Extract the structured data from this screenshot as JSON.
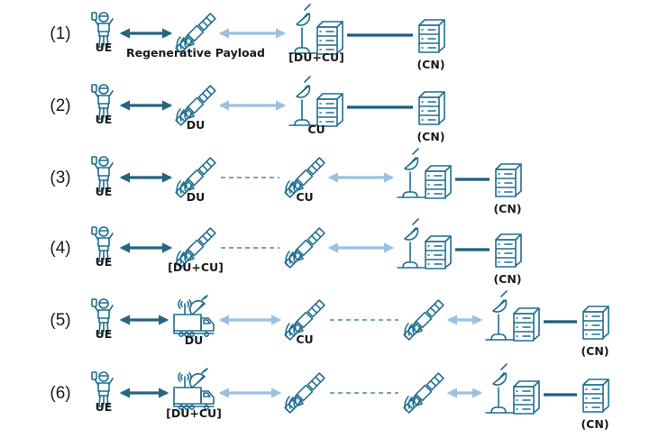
{
  "colors": {
    "icon": "#1f6e91",
    "access_link": "#27657f",
    "feeder_link": "#9cc1e0",
    "wired_link": "#1b5f7e",
    "isl_link": "#2d6f8f",
    "text": "#1a1a1a"
  },
  "rows": [
    {
      "label": "(1)",
      "nodes": [
        {
          "type": "ue",
          "label": "UE"
        },
        {
          "type": "satellite",
          "label": "Regenerative Payload"
        },
        {
          "type": "ground-station",
          "label": "[DU+CU]"
        },
        {
          "type": "server",
          "label": "(CN)"
        }
      ],
      "links": [
        "access",
        "feeder",
        "wired"
      ]
    },
    {
      "label": "(2)",
      "nodes": [
        {
          "type": "ue",
          "label": "UE"
        },
        {
          "type": "satellite",
          "label": "DU"
        },
        {
          "type": "ground-station",
          "label": "CU"
        },
        {
          "type": "server",
          "label": "(CN)"
        }
      ],
      "links": [
        "access",
        "feeder",
        "wired"
      ]
    },
    {
      "label": "(3)",
      "nodes": [
        {
          "type": "ue",
          "label": "UE"
        },
        {
          "type": "satellite",
          "label": "DU"
        },
        {
          "type": "satellite",
          "label": "CU"
        },
        {
          "type": "ground-station",
          "label": ""
        },
        {
          "type": "server",
          "label": "(CN)"
        }
      ],
      "links": [
        "access",
        "isl",
        "feeder",
        "wired"
      ]
    },
    {
      "label": "(4)",
      "nodes": [
        {
          "type": "ue",
          "label": "UE"
        },
        {
          "type": "satellite",
          "label": "[DU+CU]"
        },
        {
          "type": "satellite",
          "label": ""
        },
        {
          "type": "ground-station",
          "label": ""
        },
        {
          "type": "server",
          "label": "(CN)"
        }
      ],
      "links": [
        "access",
        "isl",
        "feeder",
        "wired"
      ]
    },
    {
      "label": "(5)",
      "nodes": [
        {
          "type": "ue",
          "label": "UE"
        },
        {
          "type": "truck",
          "label": "DU"
        },
        {
          "type": "satellite",
          "label": "CU"
        },
        {
          "type": "satellite",
          "label": ""
        },
        {
          "type": "ground-station",
          "label": ""
        },
        {
          "type": "server",
          "label": "(CN)"
        }
      ],
      "links": [
        "access",
        "feeder",
        "isl",
        "feeder",
        "wired"
      ]
    },
    {
      "label": "(6)",
      "nodes": [
        {
          "type": "ue",
          "label": "UE"
        },
        {
          "type": "truck",
          "label": "[DU+CU]"
        },
        {
          "type": "satellite",
          "label": ""
        },
        {
          "type": "satellite",
          "label": ""
        },
        {
          "type": "ground-station",
          "label": ""
        },
        {
          "type": "server",
          "label": "(CN)"
        }
      ],
      "links": [
        "access",
        "feeder",
        "isl",
        "feeder",
        "wired"
      ]
    }
  ]
}
